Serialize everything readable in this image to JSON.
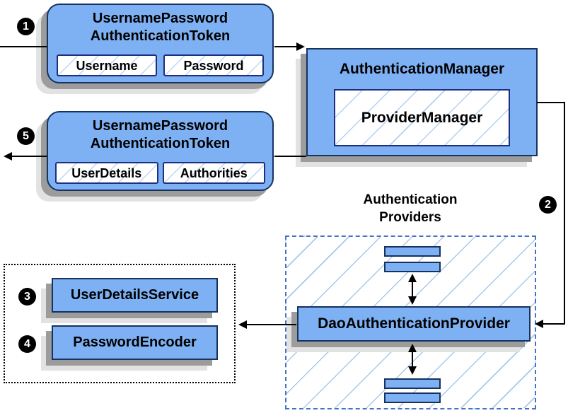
{
  "diagram": {
    "subject": "Spring Security authentication flow"
  },
  "colors": {
    "node_fill": "#7EB1F3",
    "node_border": "#16325F",
    "field_border": "#1C2F80",
    "hatch_line": "#A9C9EC",
    "dashed_container_border": "#4472C4",
    "dotted_container_border": "#000000",
    "shadow_dark": "#9C9C9C",
    "shadow_light": "#E2E2E2",
    "connector": "#000000",
    "badge_bg": "#000000",
    "badge_text": "#FFFFFF"
  },
  "badges": {
    "step1": "1",
    "step2": "2",
    "step3": "3",
    "step4": "4",
    "step5": "5"
  },
  "nodes": {
    "request_token": {
      "title_line1": "UsernamePassword",
      "title_line2": "AuthenticationToken",
      "field1": "Username",
      "field2": "Password"
    },
    "authentication_manager": {
      "title": "AuthenticationManager",
      "inner": "ProviderManager"
    },
    "response_token": {
      "title_line1": "UsernamePassword",
      "title_line2": "AuthenticationToken",
      "field1": "UserDetails",
      "field2": "Authorities"
    },
    "providers_group": {
      "label_line1": "Authentication",
      "label_line2": "Providers"
    },
    "dao_authentication_provider": {
      "title": "DaoAuthenticationProvider"
    },
    "user_details_service": {
      "title": "UserDetailsService"
    },
    "password_encoder": {
      "title": "PasswordEncoder"
    }
  }
}
